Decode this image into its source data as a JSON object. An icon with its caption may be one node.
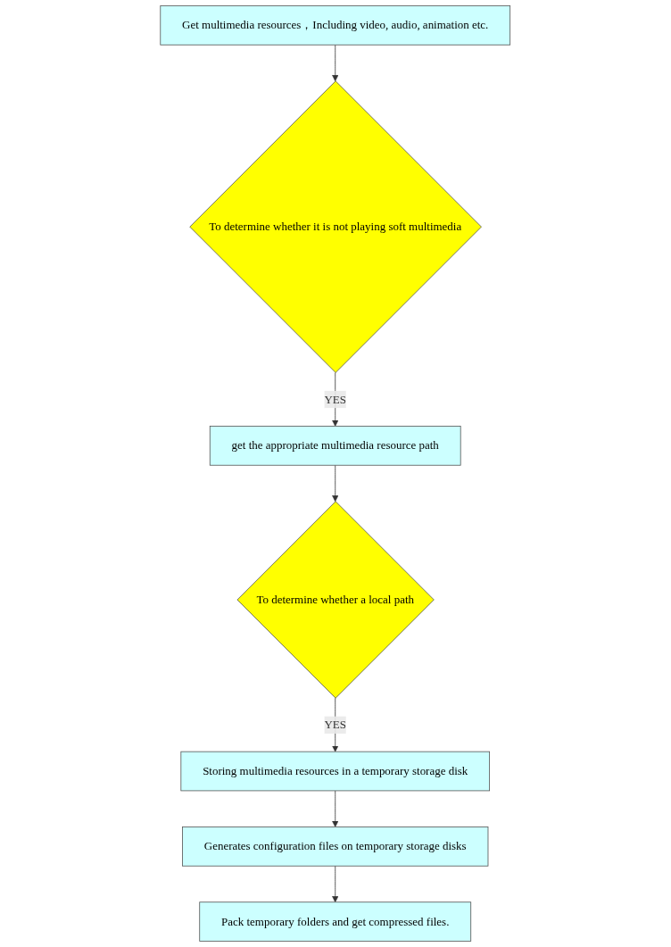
{
  "diagram": {
    "nodes": [
      {
        "text": [
          "Get multimedia resources，Including video, audio, animation etc."
        ]
      },
      {
        "text": [
          "To determine whether it is not playing soft multimedia"
        ]
      },
      {
        "text": [
          "get the appropriate multimedia resource path"
        ]
      },
      {
        "text": [
          "To determine whether a local path"
        ]
      },
      {
        "text": [
          "Storing multimedia resources in a temporary storage disk"
        ]
      },
      {
        "text": [
          "Generates configuration files on temporary storage disks"
        ]
      },
      {
        "text": [
          "Pack temporary folders and get compressed files."
        ]
      }
    ],
    "edges": [
      {
        "from": 0,
        "to": 1,
        "arrow": "to"
      },
      {
        "from": 1,
        "to": 2,
        "arrow": "to",
        "label": "YES"
      },
      {
        "from": 2,
        "to": 3,
        "arrow": "to"
      },
      {
        "from": 3,
        "to": 4,
        "arrow": "to",
        "label": "YES"
      },
      {
        "from": 4,
        "to": 5,
        "arrow": "to"
      },
      {
        "from": 5,
        "to": 6,
        "arrow": "to"
      }
    ]
  }
}
